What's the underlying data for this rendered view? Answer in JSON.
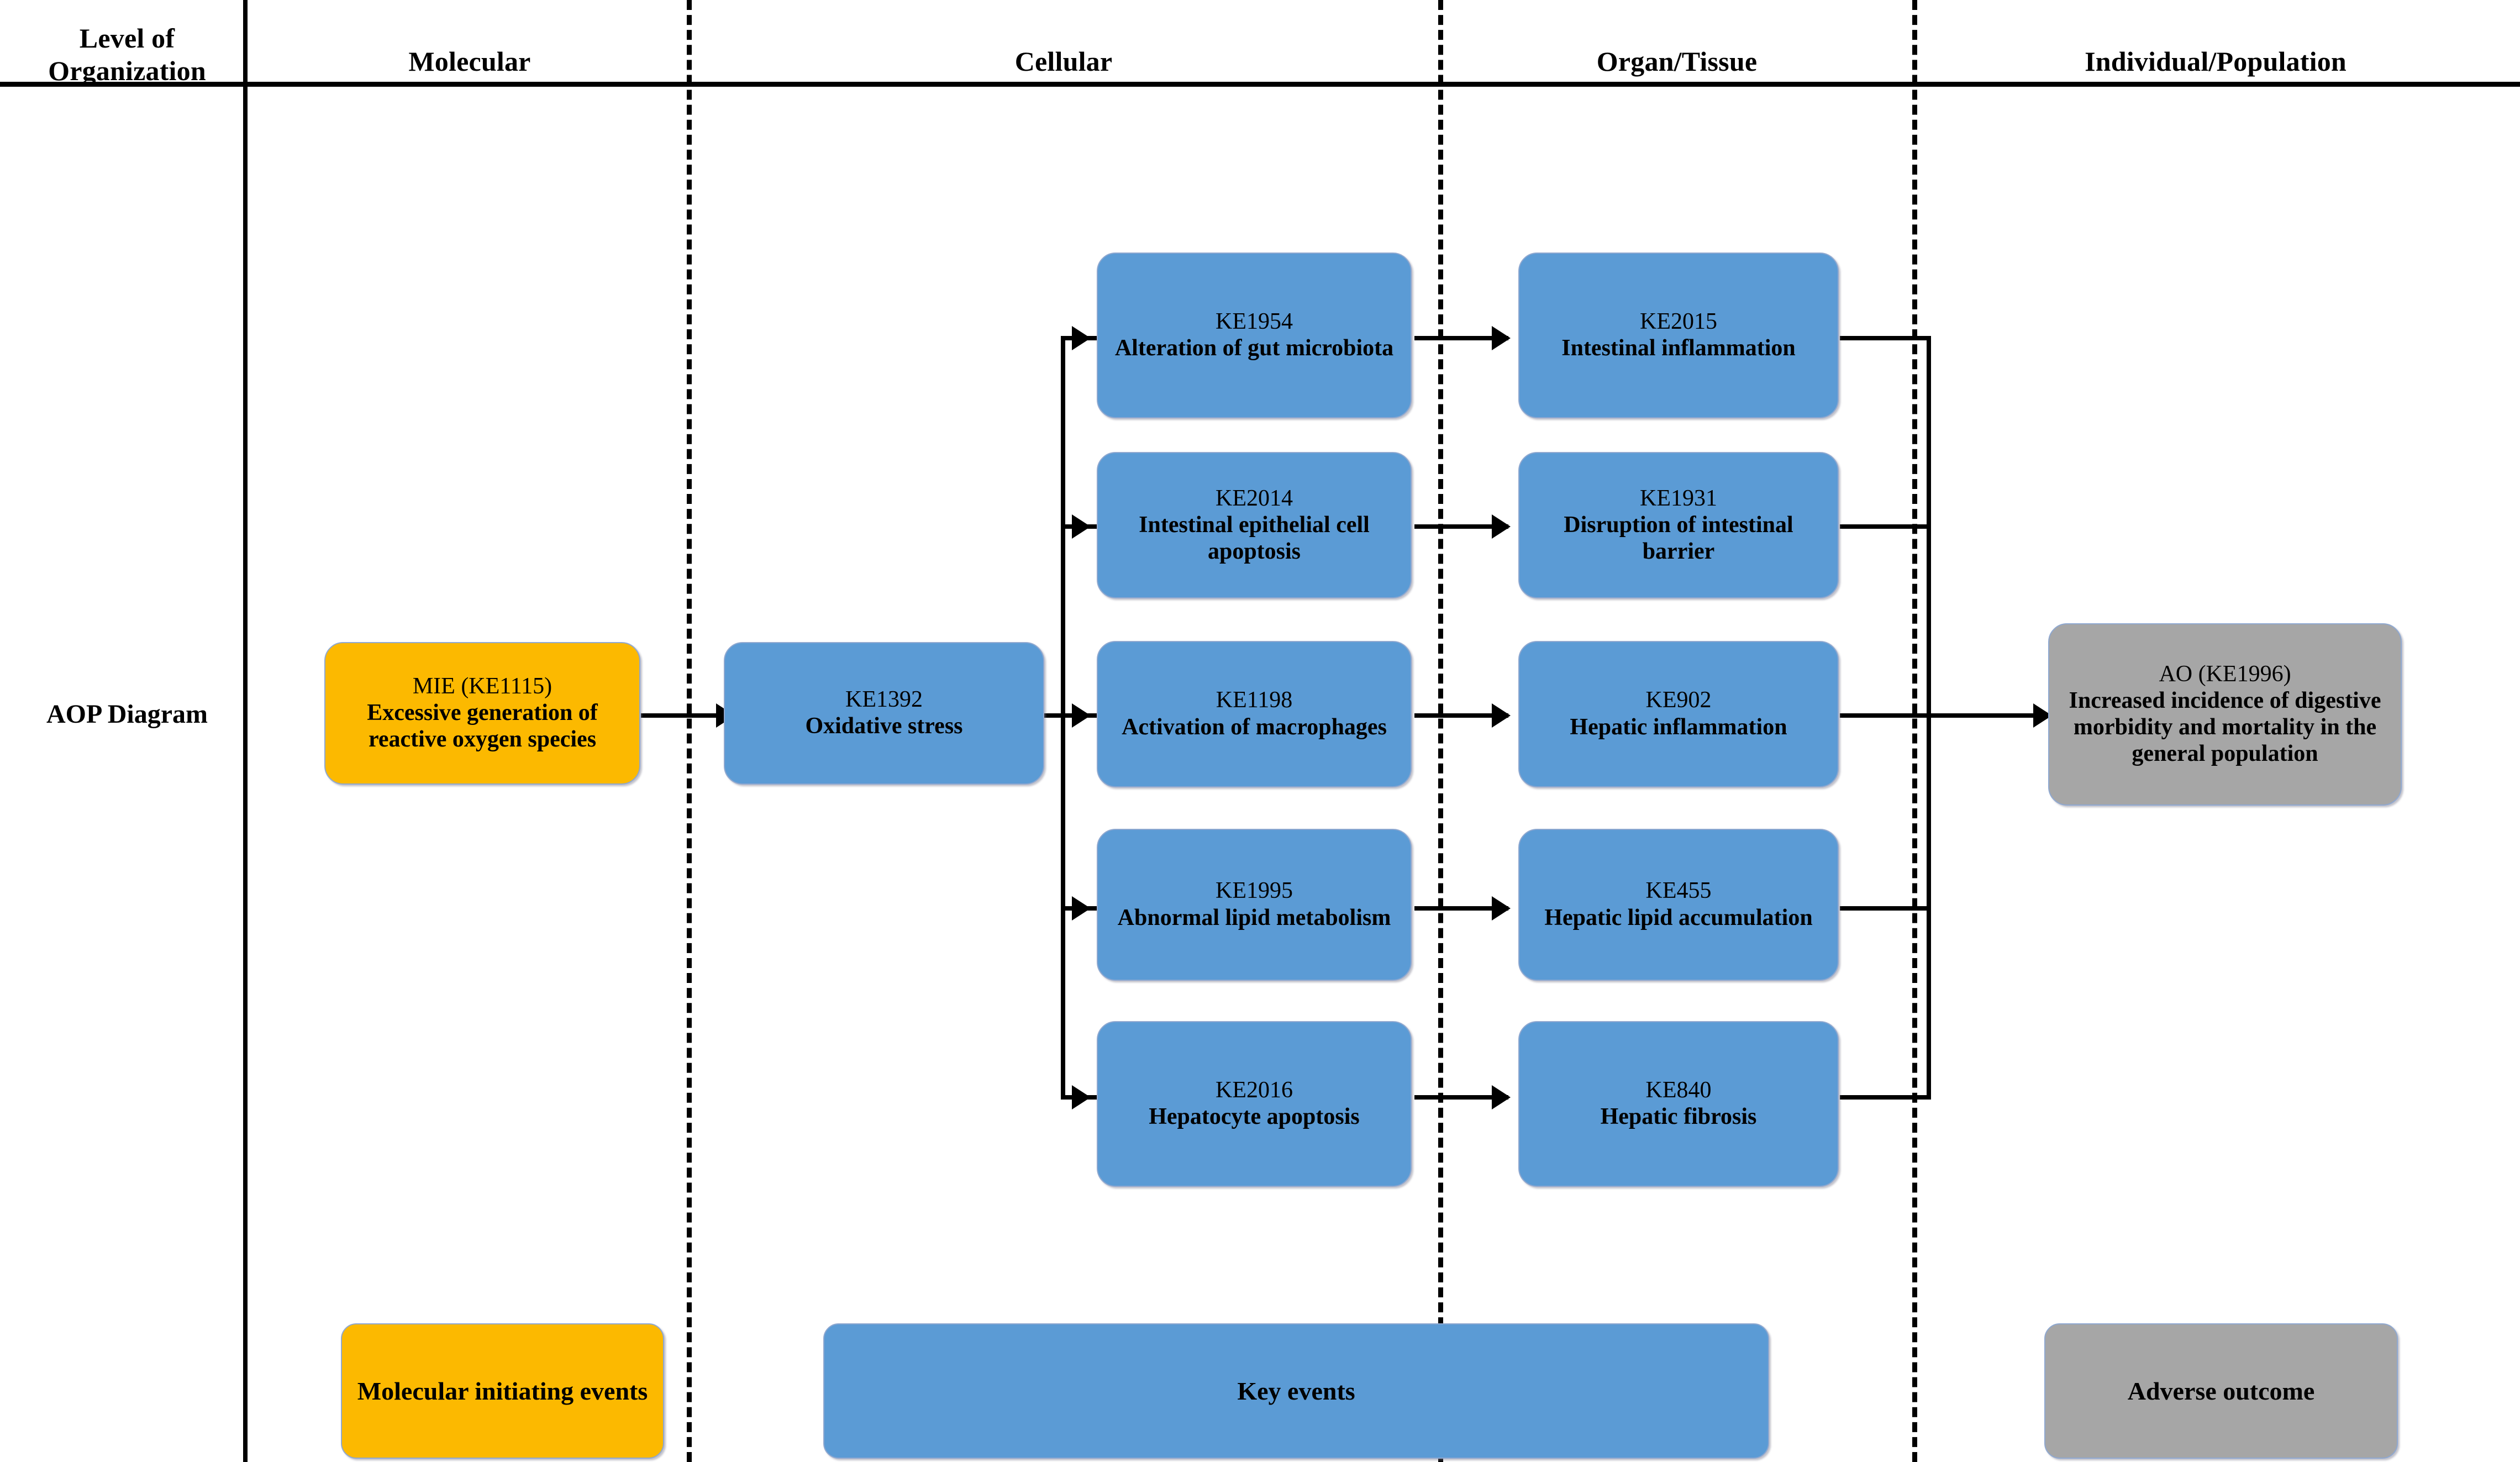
{
  "header": {
    "row_label_col": "Level of\nOrganization",
    "row_label_line1": "Level of",
    "row_label_line2": "Organization",
    "columns": [
      {
        "id": "molecular",
        "label": "Molecular"
      },
      {
        "id": "cellular",
        "label": "Cellular"
      },
      {
        "id": "organ_tissue",
        "label": "Organ/Tissue"
      },
      {
        "id": "individual_population",
        "label": "Individual/Population"
      }
    ]
  },
  "row": {
    "label": "AOP Diagram"
  },
  "colors": {
    "mie": "#FCB900",
    "key_event": "#5B9BD5",
    "adverse_outcome": "#A6A6A6",
    "line": "#000000",
    "node_border": "#8FA8D0"
  },
  "nodes": {
    "mie": {
      "code": "MIE (KE1115)",
      "title": "Excessive generation of reactive oxygen species",
      "column": "molecular",
      "type": "mie"
    },
    "ke1392": {
      "code": "KE1392",
      "title": "Oxidative stress",
      "column": "cellular",
      "type": "key_event"
    },
    "cellular": [
      {
        "code": "KE1954",
        "title": "Alteration of gut microbiota",
        "type": "key_event"
      },
      {
        "code": "KE2014",
        "title": "Intestinal epithelial cell apoptosis",
        "type": "key_event"
      },
      {
        "code": "KE1198",
        "title": "Activation of macrophages",
        "type": "key_event"
      },
      {
        "code": "KE1995",
        "title": "Abnormal lipid metabolism",
        "type": "key_event"
      },
      {
        "code": "KE2016",
        "title": "Hepatocyte apoptosis",
        "type": "key_event"
      }
    ],
    "organ_tissue": [
      {
        "code": "KE2015",
        "title": "Intestinal inflammation",
        "type": "key_event"
      },
      {
        "code": "KE1931",
        "title": "Disruption of intestinal barrier",
        "type": "key_event"
      },
      {
        "code": "KE902",
        "title": "Hepatic inflammation",
        "type": "key_event"
      },
      {
        "code": "KE455",
        "title": "Hepatic lipid accumulation",
        "type": "key_event"
      },
      {
        "code": "KE840",
        "title": "Hepatic fibrosis",
        "type": "key_event"
      }
    ],
    "ao": {
      "code": "AO (KE1996)",
      "title": "Increased incidence of digestive morbidity and mortality in the general population",
      "column": "individual_population",
      "type": "adverse_outcome"
    }
  },
  "legend": [
    {
      "id": "mie",
      "label": "Molecular initiating events",
      "color": "#FCB900"
    },
    {
      "id": "key_events",
      "label": "Key events",
      "color": "#5B9BD5"
    },
    {
      "id": "adverse_outcome",
      "label": "Adverse outcome",
      "color": "#A6A6A6"
    }
  ]
}
